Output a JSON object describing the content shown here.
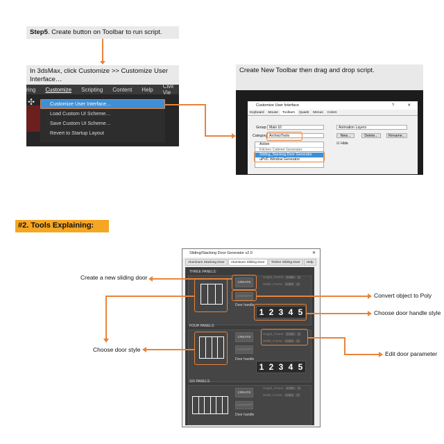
{
  "step": {
    "label_bold": "Step5",
    "label_rest": ". Create button on Toolbar to run script."
  },
  "instruction_left": "In 3dsMax, click Customize >> Customize User Interface…",
  "instruction_right": "Create New Toolbar then drag and drop script.",
  "menubar": {
    "items": [
      "ring",
      "Customize",
      "Scripting",
      "Content",
      "Help",
      "Civil Vie"
    ]
  },
  "dropdown": {
    "items": [
      "Customize User Interface…",
      "Load Custom UI Scheme…",
      "Save Custom UI Scheme…",
      "Revert to Startup Layout"
    ]
  },
  "cui": {
    "title": "Customize User Interface",
    "help": "?",
    "close": "✕",
    "tabs": [
      "Keyboard",
      "Mouse",
      "Toolbars",
      "Quads",
      "Menus",
      "Colors"
    ],
    "group_label": "Group:",
    "group_value": "Main UI",
    "category_label": "Category:",
    "category_value": "ArchvizTools",
    "action_header": "Action",
    "list_items": [
      "Kitchen Cabinet Generator",
      "Sliding_Stacking Door Generator",
      "uPVC Window Generator"
    ],
    "layer_value": "Animation Layers",
    "btn_new": "New...",
    "btn_delete": "Delete...",
    "btn_rename": "Rename...",
    "hide_label": "Hide"
  },
  "section_header": "#2. Tools Explaining:",
  "tool": {
    "title": "Sliding/Stacking Door Generator v2.0",
    "tabs": [
      "Aluminum Stacking Door",
      "Aluminum Sliding Door",
      "Timber Sliding Door",
      "Help"
    ],
    "three_panels": "THREE PANELS:",
    "four_panels": "FOUR PANELS:",
    "six_panels": "SIX PANELS:",
    "create": "CREATE",
    "convert": "CONVERT",
    "door_handle": "Door handle",
    "height_label": "Height_Frame:",
    "width_label": "Width_Frame:",
    "height_val": "2.3m",
    "width_val": "4.2m",
    "spin_val": "1",
    "handle_numbers": [
      "1",
      "2",
      "3",
      "4",
      "5"
    ]
  },
  "callouts": {
    "create_new": "Create a new sliding door",
    "convert_poly": "Convert object to Poly",
    "handle_style": "Choose door handle style",
    "door_style": "Choose door style",
    "edit_param": "Edit door parameter"
  }
}
